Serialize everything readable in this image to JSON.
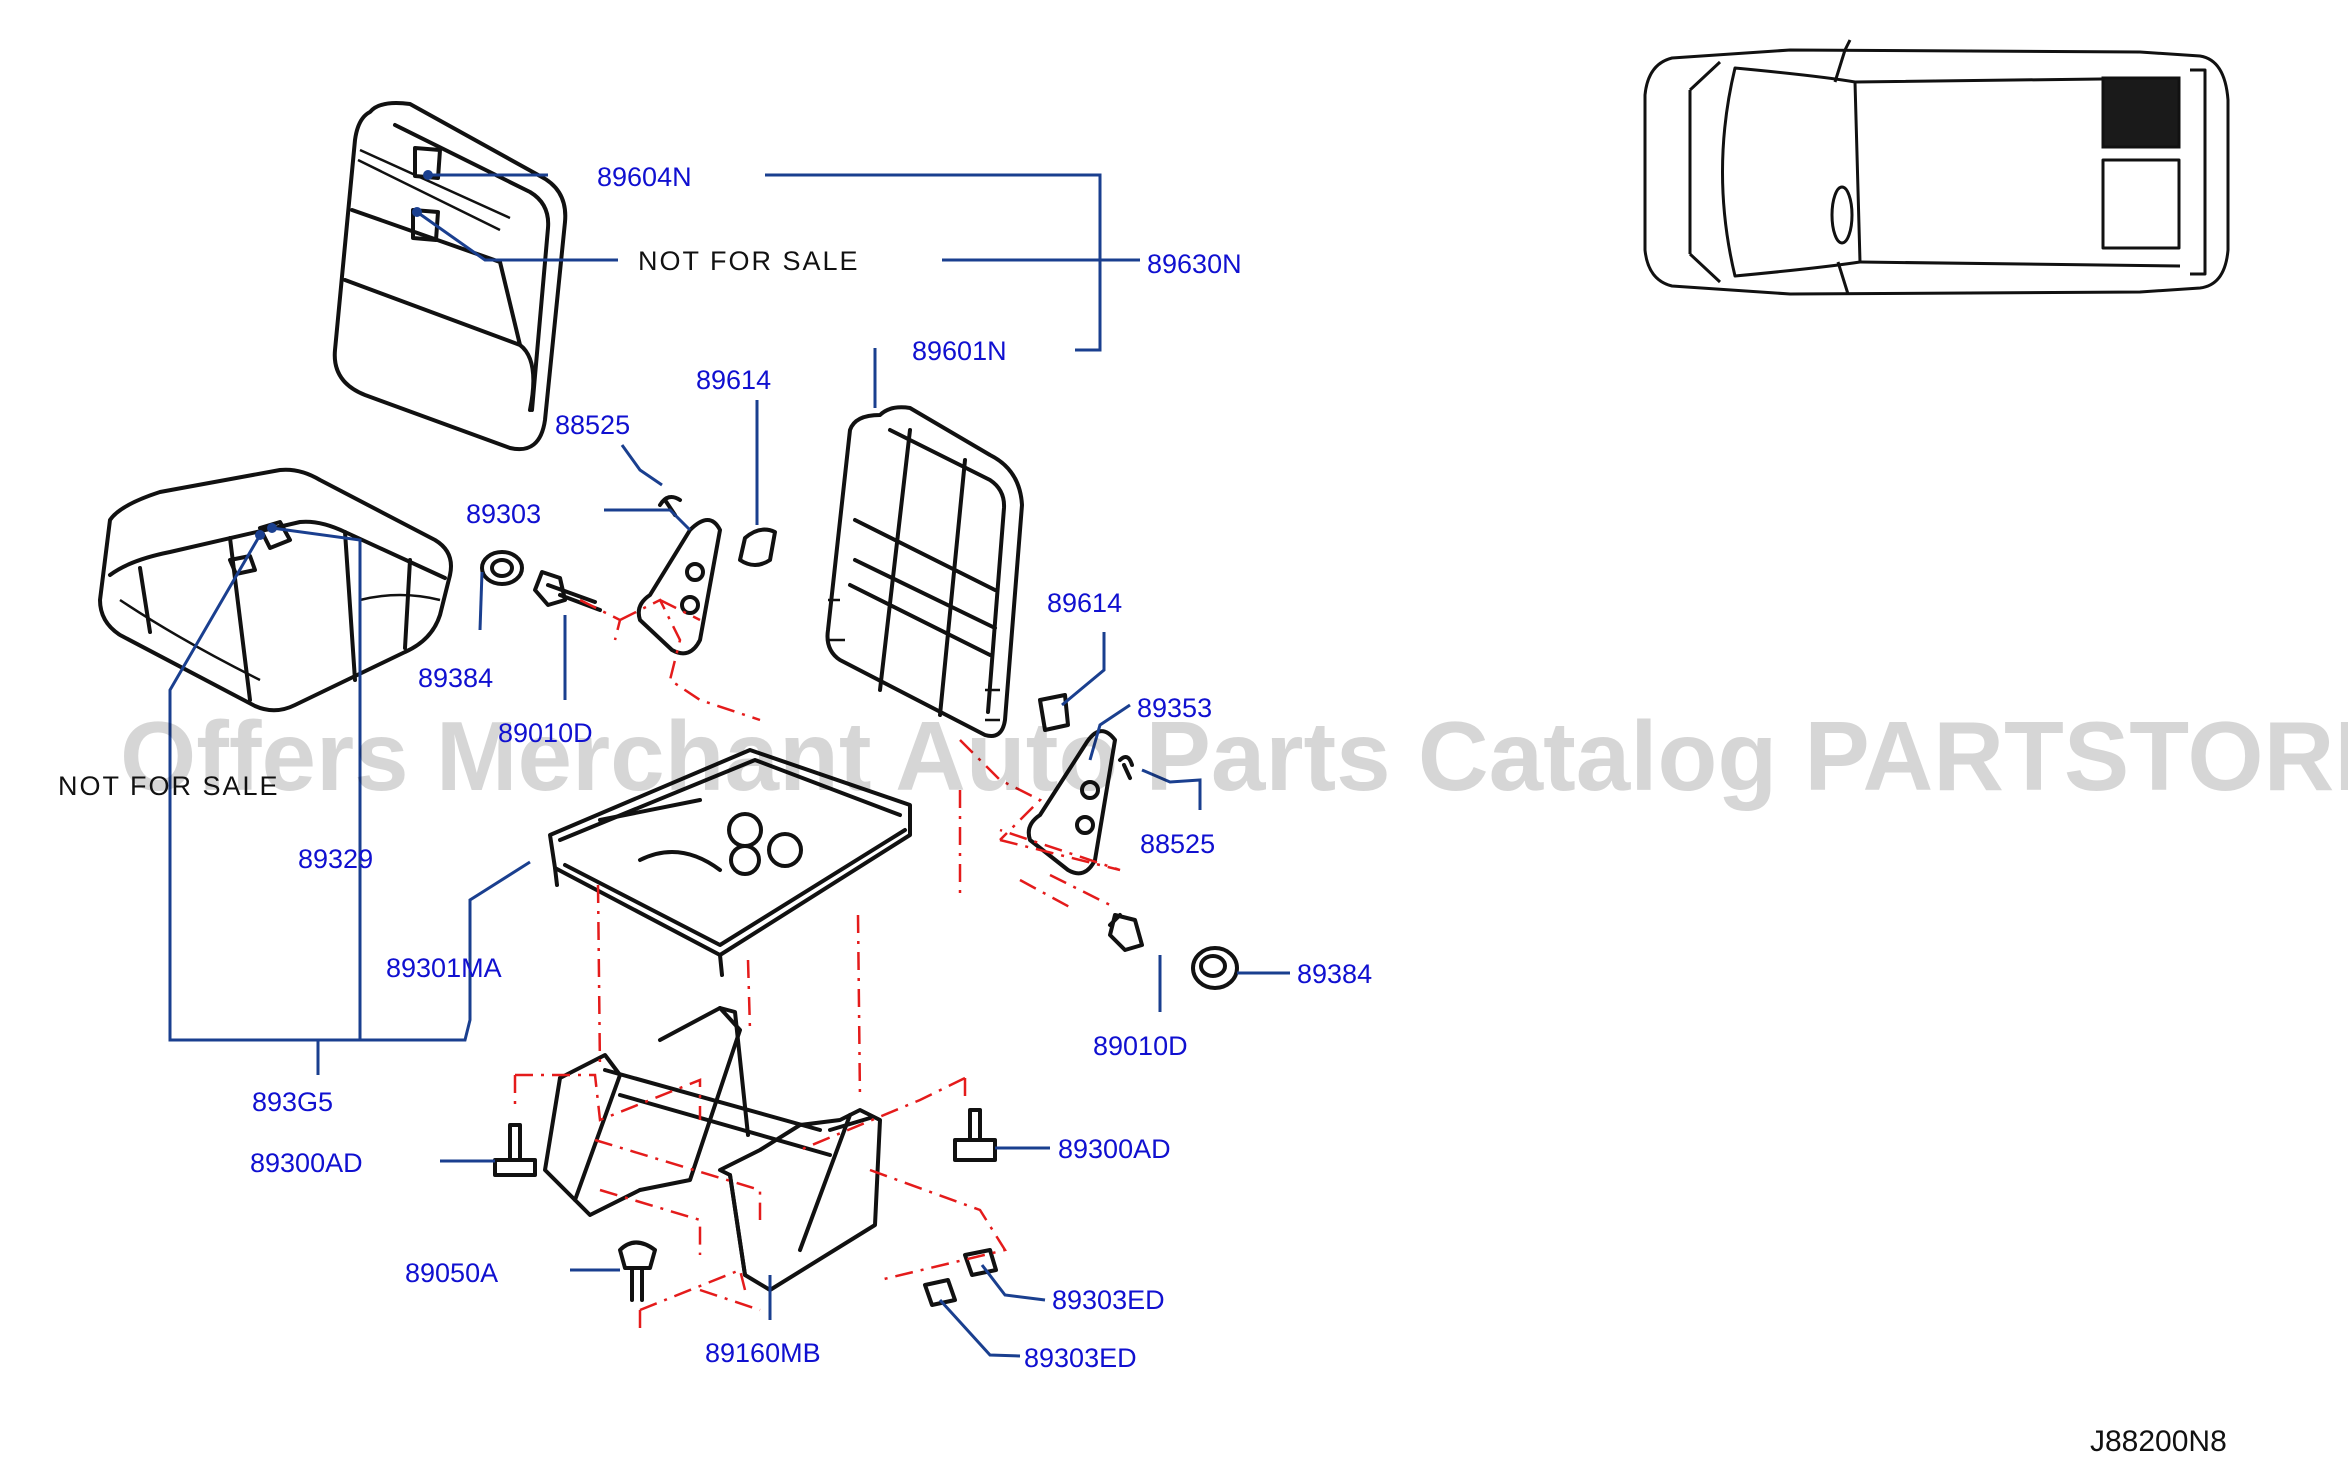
{
  "diagram": {
    "diagram_code": "J88200N8",
    "watermark": "Offers Merchant Auto Parts Catalog PARTSTORE.SA",
    "notes": {
      "not_for_sale_top": "NOT  FOR  SALE",
      "not_for_sale_left": "NOT  FOR  SALE"
    },
    "labels": {
      "p89604N": "89604N",
      "p89630N": "89630N",
      "p89601N": "89601N",
      "p89614_top": "89614",
      "p88525_top": "88525",
      "p89303": "89303",
      "p89384_left": "89384",
      "p89010D_left": "89010D",
      "p89614_right": "89614",
      "p89353": "89353",
      "p88525_right": "88525",
      "p89329": "89329",
      "p89301MA": "89301MA",
      "p893G5": "893G5",
      "p89384_right": "89384",
      "p89010D_right": "89010D",
      "p89300AD_left": "89300AD",
      "p89300AD_right": "89300AD",
      "p89050A": "89050A",
      "p89303ED_top": "89303ED",
      "p89303ED_bottom": "89303ED",
      "p89160MB": "89160MB"
    },
    "colors": {
      "label": "#1010d0",
      "leader": "#1a3f8f",
      "dimension": "#e41b1b",
      "line_art": "#111111",
      "highlight": "#1a1a1a"
    }
  }
}
